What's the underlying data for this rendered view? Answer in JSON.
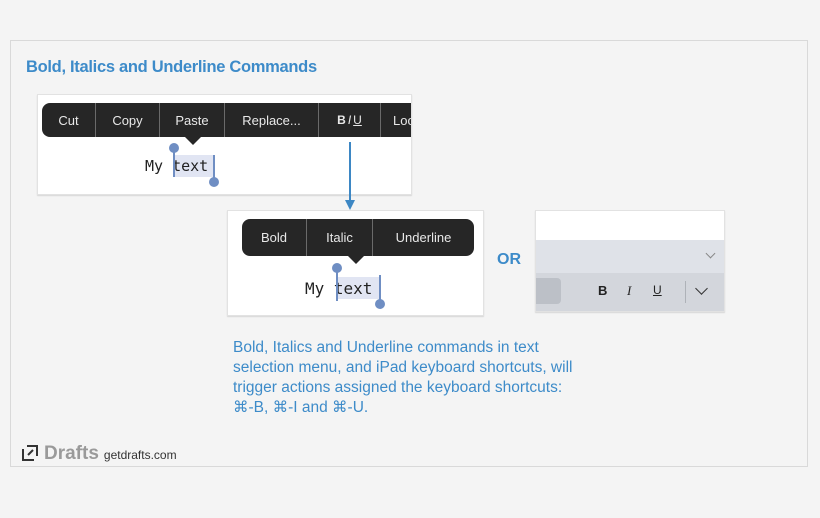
{
  "title": "Bold, Italics and Underline Commands",
  "panel1": {
    "menu_items": [
      "Cut",
      "Copy",
      "Paste",
      "Replace...",
      "B I U",
      "Loo"
    ],
    "biu": {
      "b": "B",
      "i": "I",
      "u": "U"
    },
    "text_plain": "My ",
    "text_selected": "text"
  },
  "panel2": {
    "menu_items": [
      "Bold",
      "Italic",
      "Underline"
    ],
    "text_plain": "My ",
    "text_selected": "text"
  },
  "or_label": "OR",
  "keyboard": {
    "bold": "B",
    "italic": "I",
    "underline": "U"
  },
  "description": "Bold, Italics and Underline commands in text selection menu, and iPad keyboard shortcuts, will trigger actions assigned the keyboard shortcuts: ⌘-B, ⌘-I and ⌘-U.",
  "footer": {
    "brand": "Drafts",
    "url": "getdrafts.com"
  },
  "colors": {
    "accent": "#3d8bc9",
    "menu_bg": "#262626",
    "selection": "#e1e5f3",
    "handle": "#6f8ec3"
  }
}
